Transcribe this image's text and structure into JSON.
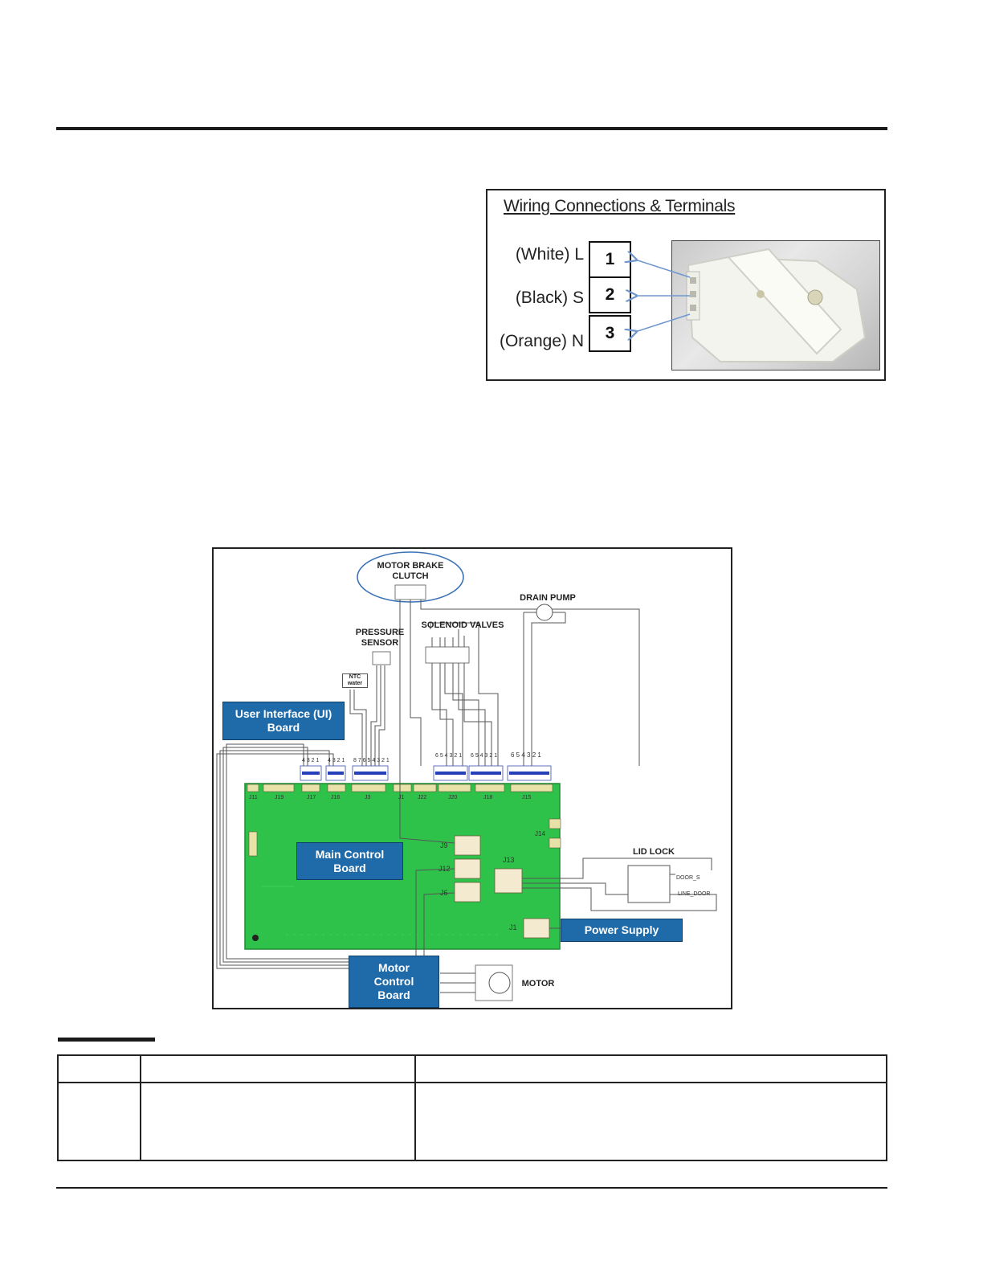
{
  "wiring_panel": {
    "title": "Wiring Connections & Terminals",
    "terminals": [
      {
        "label": "(White) L",
        "number": "1"
      },
      {
        "label": "(Black) S",
        "number": "2"
      },
      {
        "label": "(Orange) N",
        "number": "3"
      }
    ]
  },
  "schematic": {
    "components": {
      "motor_brake_clutch": "MOTOR BRAKE\nCLUTCH",
      "drain_pump": "DRAIN PUMP",
      "solenoid_valves": "SOLENOID VALVES",
      "pressure_sensor": "PRESSURE\nSENSOR",
      "ntc_water": "NTC\nwater",
      "lid_lock": "LID LOCK",
      "motor": "MOTOR",
      "door_s": "DOOR_S",
      "line_door": "LINE_DOOR"
    },
    "boards": {
      "ui_board": "User Interface (UI)\nBoard",
      "main_control_board": "Main Control\nBoard",
      "power_supply": "Power Supply",
      "motor_control_board": "Motor\nControl\nBoard"
    },
    "connectors": {
      "top": [
        "J11",
        "J19",
        "J17",
        "J16",
        "J3",
        "J1",
        "J22",
        "J20",
        "J18",
        "J15"
      ],
      "side": [
        "J14",
        "J9",
        "J12",
        "J6",
        "J13",
        "J1"
      ]
    },
    "pin_headers": {
      "left_a": "4 3 2 1",
      "left_b": "4 3 2 1",
      "j3": "8 7 6 5 4 3 2 1",
      "j20": "6 5 4 3 2 1",
      "j18": "6 5 4 3 2 1",
      "j15": "6 5 4 3 2 1"
    }
  },
  "colors": {
    "board_green": "#2fc24a",
    "box_blue": "#1f6aa8",
    "ellipse_blue": "#3a72b8",
    "arrow_blue": "#6f97cf"
  }
}
